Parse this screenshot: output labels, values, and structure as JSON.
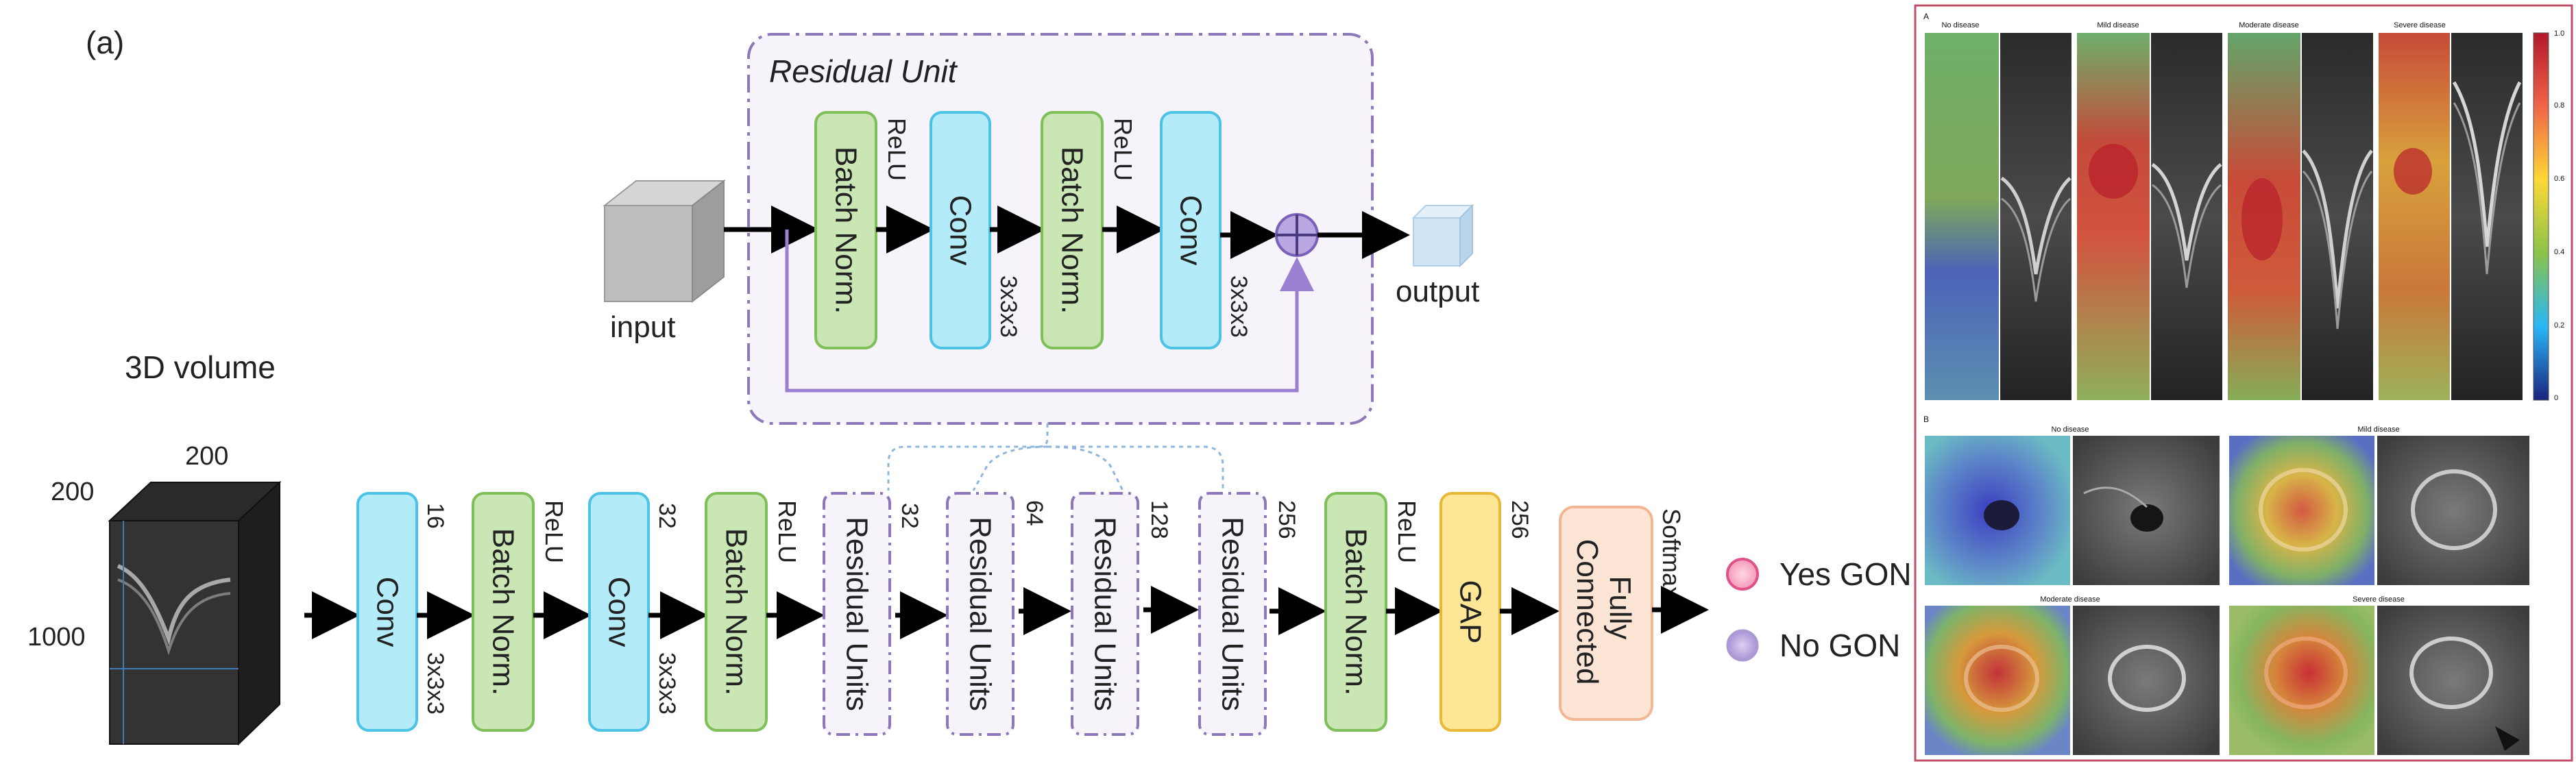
{
  "panel_label": "(a)",
  "residual_unit": {
    "title": "Residual Unit",
    "input_label": "input",
    "output_label": "output",
    "blocks": [
      "Batch Norm.",
      "Conv",
      "Batch Norm.",
      "Conv"
    ],
    "activation_1": "ReLU",
    "kernel_1": "3x3x3",
    "activation_2": "ReLU",
    "kernel_2": "3x3x3"
  },
  "volume": {
    "title": "3D volume",
    "dim_depth": "200",
    "dim_width": "200",
    "dim_height": "1000"
  },
  "pipeline": {
    "conv1_label": "Conv",
    "conv1_channels": "16",
    "conv1_kernel": "3x3x3",
    "bn1_label": "Batch Norm.",
    "relu1": "ReLU",
    "conv2_label": "Conv",
    "conv2_channels": "32",
    "conv2_kernel": "3x3x3",
    "bn2_label": "Batch Norm.",
    "relu2": "ReLU",
    "res1_label": "Residual Units",
    "res1_channels": "32",
    "res2_label": "Residual Units",
    "res2_channels": "64",
    "res3_label": "Residual Units",
    "res3_channels": "128",
    "res4_label": "Residual Units",
    "res4_channels": "256",
    "bn3_label": "Batch Norm.",
    "relu3": "ReLU",
    "gap_label": "GAP",
    "gap_channels": "256",
    "fc_label": "Fully Connected",
    "softmax": "Softmax"
  },
  "legend": {
    "yes_label": "Yes GON",
    "no_label": "No GON",
    "yes_color": "#f39ab8",
    "no_color": "#b7a3dc"
  },
  "heatmap_panel": {
    "section_a_label": "A",
    "section_a_columns": [
      "No disease",
      "Mild disease",
      "Moderate disease",
      "Severe disease"
    ],
    "colorbar_ticks": [
      "1.0",
      "0.8",
      "0.6",
      "0.4",
      "0.2",
      "0"
    ],
    "section_b_label": "B",
    "section_b_titles": [
      "No disease",
      "Mild disease",
      "Moderate disease",
      "Severe disease"
    ]
  },
  "colors": {
    "conv_fill": "#b3ecf8",
    "conv_stroke": "#4cc3e6",
    "bn_fill": "#c9e6b4",
    "bn_stroke": "#7fbf5a",
    "residual_stroke": "#8c78b8",
    "residual_bg": "#f6f3fa",
    "gap_fill": "#fde796",
    "gap_stroke": "#e9b838",
    "fc_fill": "#fde5d6",
    "fc_stroke": "#f3b693",
    "skip_line": "#9b7fd1",
    "panel_border": "#c0506a"
  }
}
